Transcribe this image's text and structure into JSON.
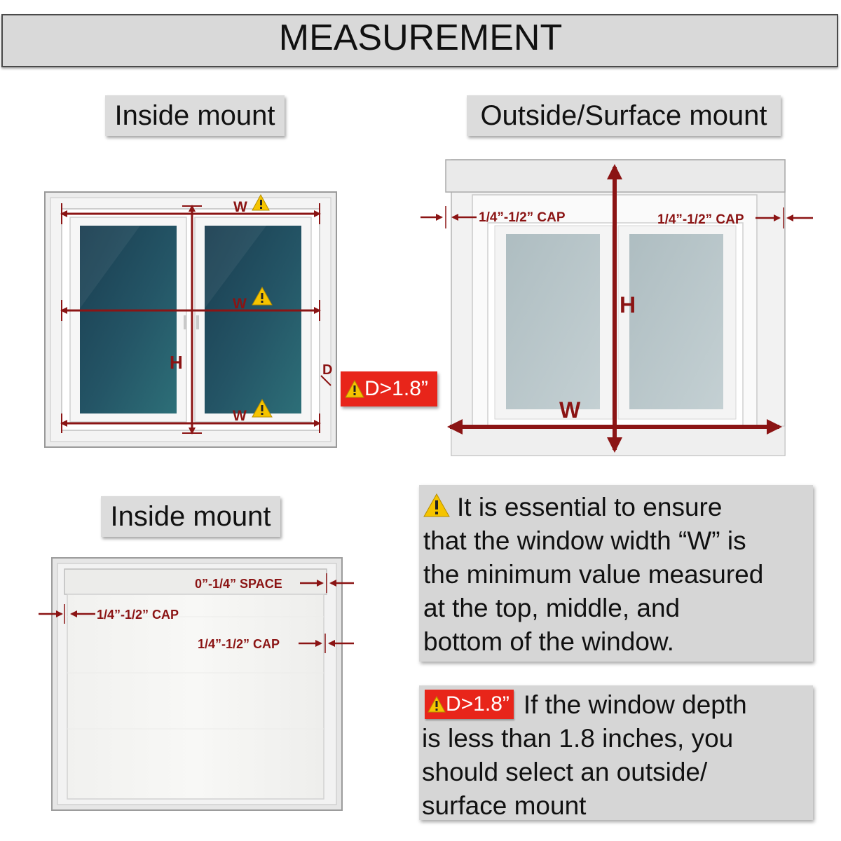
{
  "header": {
    "title": "MEASUREMENT"
  },
  "inside_mount_top": {
    "label": "Inside mount",
    "w_top": "W",
    "w_middle": "W",
    "w_bottom": "W",
    "h_label": "H",
    "d_label": "D",
    "depth_badge": "D>1.8”"
  },
  "outside_mount": {
    "label": "Outside/Surface mount",
    "cap_left": "1/4”-1/2” CAP",
    "cap_right": "1/4”-1/2” CAP",
    "h_label": "H",
    "w_label": "W"
  },
  "inside_mount_bottom": {
    "label": "Inside mount",
    "space_label": "0”-1/4” SPACE",
    "cap_left": "1/4”-1/2” CAP",
    "cap_right": "1/4”-1/2” CAP"
  },
  "info_width": {
    "line1": "It is essential to ensure",
    "line2": "that the window width “W” is",
    "line3": "the minimum value measured",
    "line4": "at the top, middle, and",
    "line5": "bottom of the window."
  },
  "info_depth": {
    "badge": "D>1.8”",
    "line1": "If the window depth",
    "line2": "is less than 1.8 inches, you",
    "line3": "should select an outside/",
    "line4": "surface mount"
  },
  "colors": {
    "accent_red": "#8b1414",
    "badge_red": "#e8251a",
    "warning_yellow": "#f5c400",
    "glass_dark": "#1e4a5c",
    "glass_light": "#b8c6ca",
    "panel_gray": "#d9d9d9"
  }
}
